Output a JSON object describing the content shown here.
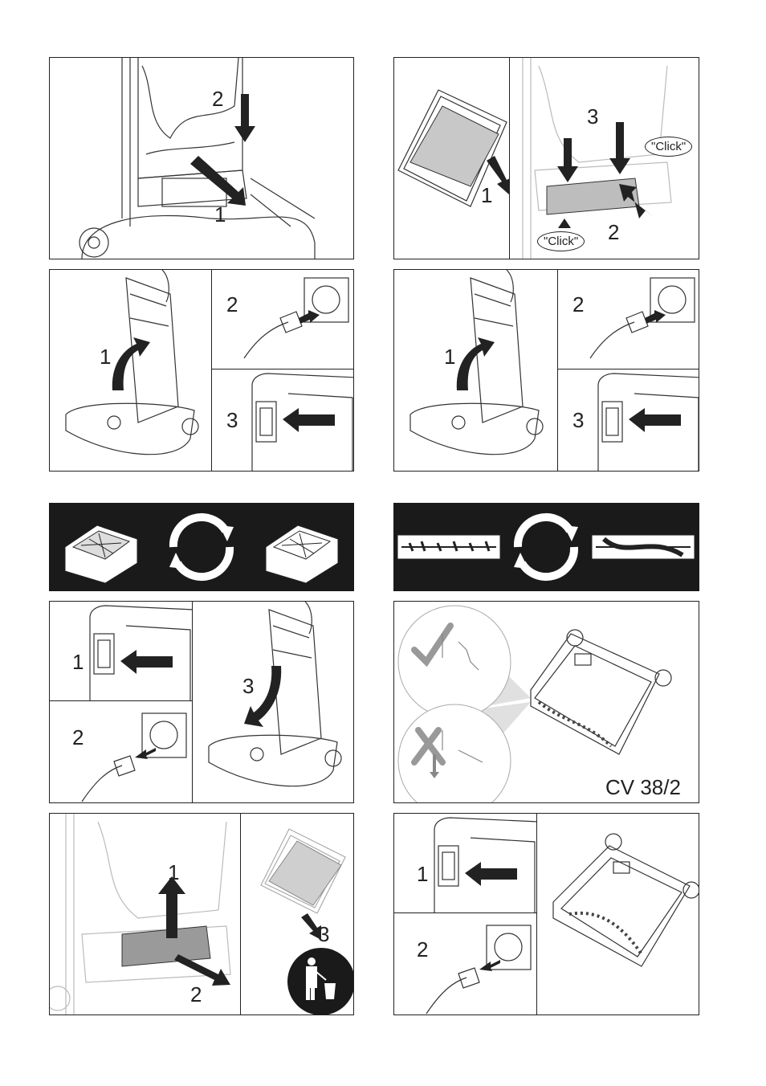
{
  "panel1": {
    "step_a": "2",
    "step_b": "1"
  },
  "panel2": {
    "step_a": "3",
    "step_b": "1",
    "step_c": "2",
    "click_top": "\"Click\"",
    "click_bottom": "\"Click\""
  },
  "panel3": {
    "step_a": "1",
    "step_b": "2",
    "step_c": "3"
  },
  "panel4": {
    "step_a": "1",
    "step_b": "2",
    "step_c": "3"
  },
  "panel7": {
    "step_a": "1",
    "step_b": "2",
    "step_c": "3"
  },
  "panel8": {
    "model": "CV 38/2"
  },
  "panel9": {
    "step_a": "1",
    "step_b": "2",
    "step_c": "3"
  },
  "panel10": {
    "step_a": "1",
    "step_b": "2"
  },
  "colors": {
    "banner": "#1a1a1a",
    "filter_gray": "#c8c8c8",
    "line": "#222222"
  }
}
